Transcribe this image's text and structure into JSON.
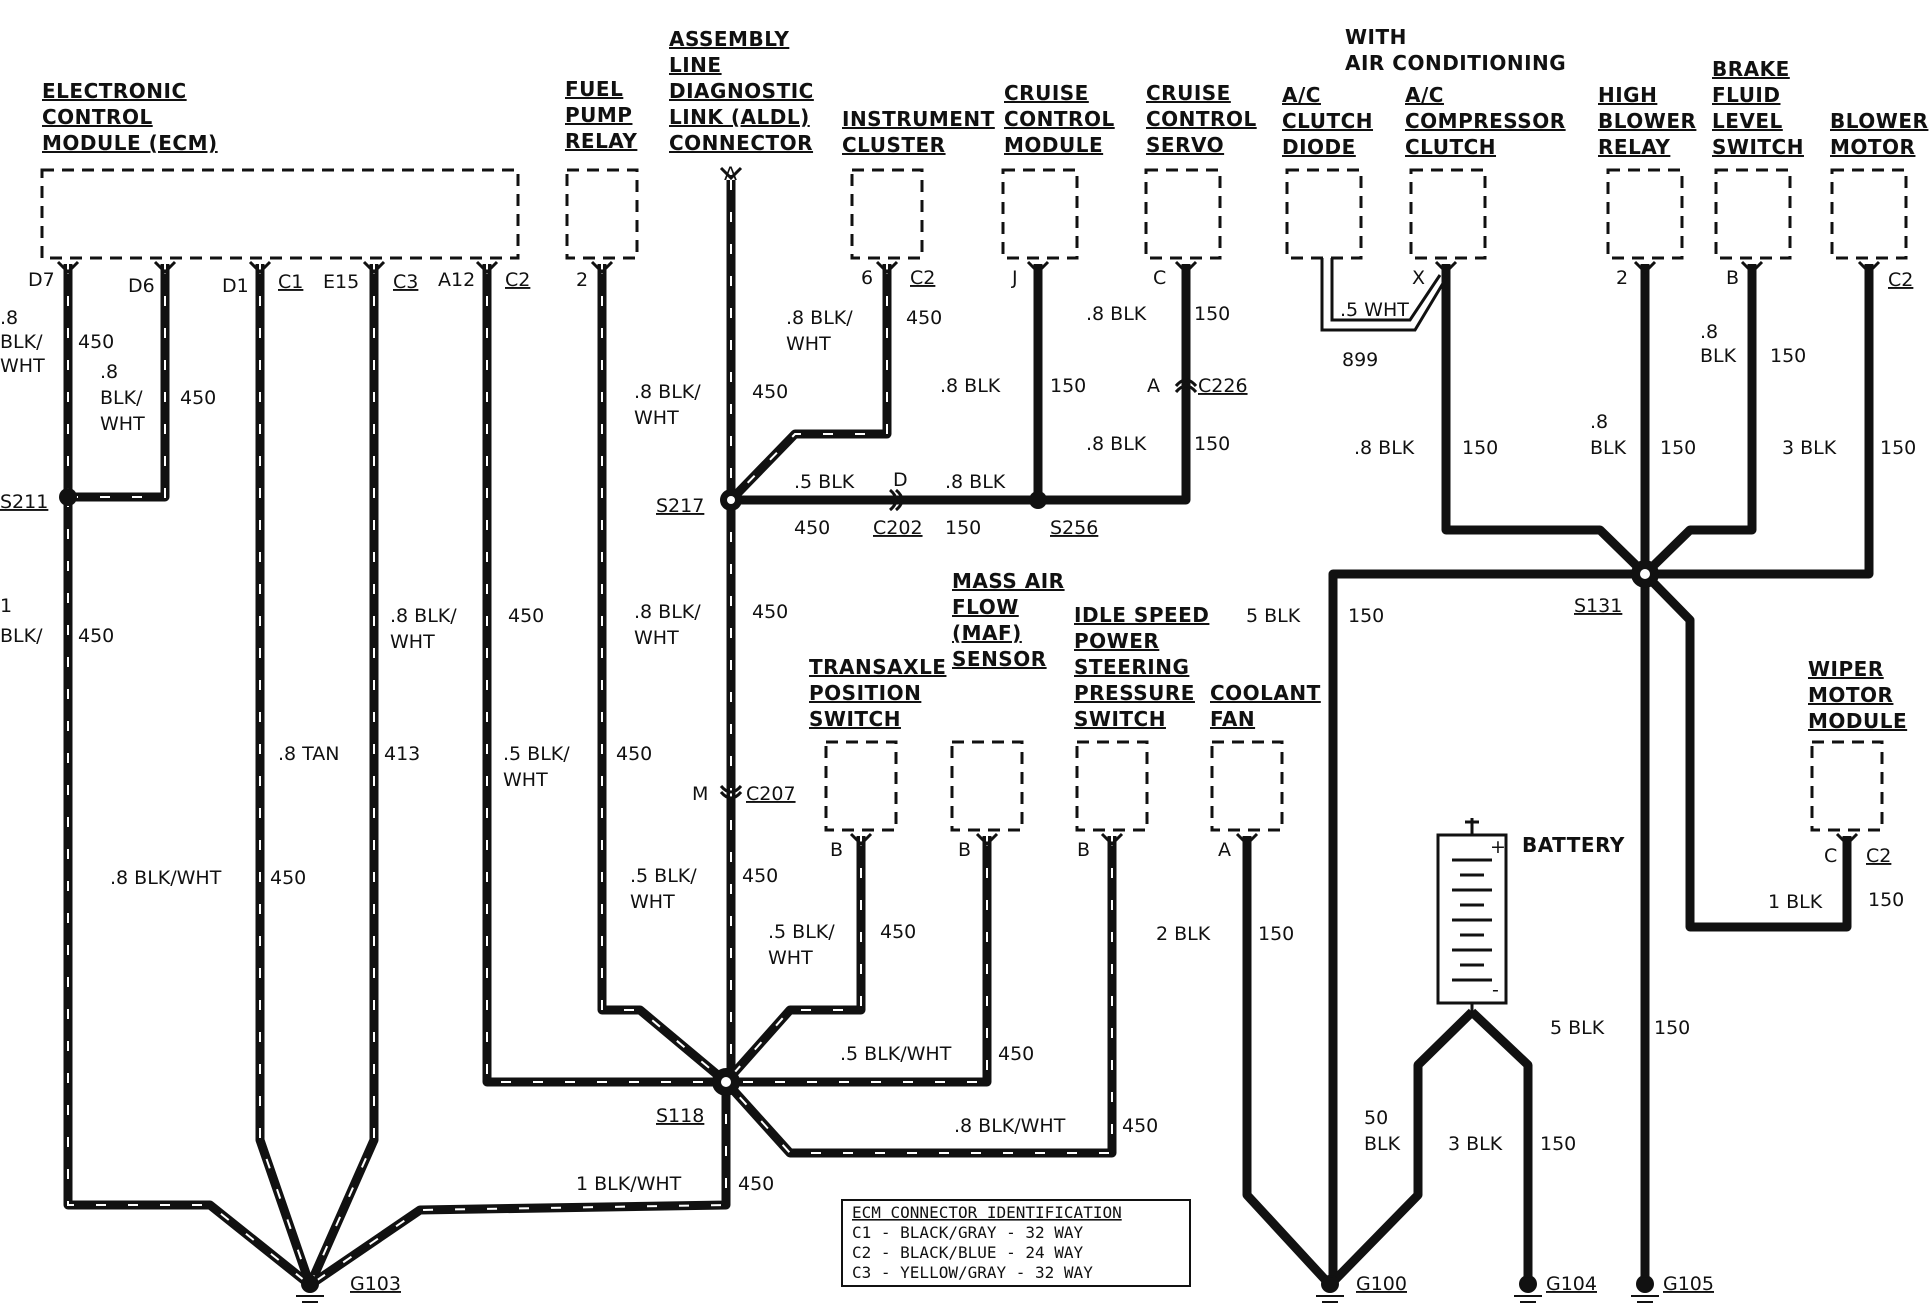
{
  "components": {
    "ecm": [
      "ELECTRONIC",
      "CONTROL",
      "MODULE (ECM)"
    ],
    "fuel_pump_relay": [
      "FUEL",
      "PUMP",
      "RELAY"
    ],
    "aldl": [
      "ASSEMBLY",
      "LINE",
      "DIAGNOSTIC",
      "LINK (ALDL)",
      "CONNECTOR"
    ],
    "instrument_cluster": [
      "INSTRUMENT",
      "CLUSTER"
    ],
    "cruise_module": [
      "CRUISE",
      "CONTROL",
      "MODULE"
    ],
    "cruise_servo": [
      "CRUISE",
      "CONTROL",
      "SERVO"
    ],
    "with_ac": [
      "WITH",
      "AIR CONDITIONING"
    ],
    "ac_diode": [
      "A/C",
      "CLUTCH",
      "DIODE"
    ],
    "ac_clutch": [
      "A/C",
      "COMPRESSOR",
      "CLUTCH"
    ],
    "high_blower": [
      "HIGH",
      "BLOWER",
      "RELAY"
    ],
    "brake_fluid": [
      "BRAKE",
      "FLUID",
      "LEVEL",
      "SWITCH"
    ],
    "blower_motor": [
      "BLOWER",
      "MOTOR"
    ],
    "maf": [
      "MASS AIR",
      "FLOW",
      "(MAF)",
      "SENSOR"
    ],
    "transaxle": [
      "TRANSAXLE",
      "POSITION",
      "SWITCH"
    ],
    "idle_speed": [
      "IDLE SPEED",
      "POWER",
      "STEERING",
      "PRESSURE",
      "SWITCH"
    ],
    "coolant_fan": [
      "COOLANT",
      "FAN"
    ],
    "wiper": [
      "WIPER",
      "MOTOR",
      "MODULE"
    ],
    "battery": "BATTERY"
  },
  "pins": {
    "d7": "D7",
    "d6": "D6",
    "d1": "D1",
    "c1": "C1",
    "e15": "E15",
    "c3": "C3",
    "a12": "A12",
    "c2": "C2",
    "two": "2",
    "a": "A",
    "six": "6",
    "j": "J",
    "c": "C",
    "x": "X",
    "b": "B",
    "m": "M",
    "d": "D",
    "plus": "+",
    "minus": "-"
  },
  "splices": {
    "s211": "S211",
    "s217": "S217",
    "s256": "S256",
    "s131": "S131",
    "s118": "S118",
    "c226": "C226",
    "c202": "C202",
    "c207": "C207"
  },
  "grounds": {
    "g103": "G103",
    "g100": "G100",
    "g104": "G104",
    "g105": "G105"
  },
  "wires": {
    "blkwht_08_a": ".8",
    "blkwht_08_b": "BLK/",
    "blkwht_08_c": "WHT",
    "blkwht_08_frac": ".8 BLK/",
    "wht": "WHT",
    "blkwht_05_frac": ".5 BLK/",
    "blk1": "1",
    "blk1b": "BLK/",
    "c450": "450",
    "c150": "150",
    "c413": "413",
    "c899": "899",
    "tan": ".8 TAN",
    "blkwht_08_full": ".8 BLK/WHT",
    "blkwht_05_full": ".5 BLK/WHT",
    "blkwht_1_full": "1 BLK/WHT",
    "blk_05": ".5 BLK",
    "blk_08": ".8 BLK",
    "blk_08b": ".8",
    "blk_08c": "BLK",
    "wht_05": ".5 WHT",
    "blk_5": "5 BLK",
    "blk_3": "3 BLK",
    "blk_2": "2 BLK",
    "blk_1": "1 BLK",
    "blk_50a": "50",
    "blk_50b": "BLK"
  },
  "legend": {
    "title": "ECM CONNECTOR IDENTIFICATION",
    "rows": [
      "C1 - BLACK/GRAY - 32 WAY",
      "C2 - BLACK/BLUE - 24 WAY",
      "C3 - YELLOW/GRAY - 32 WAY"
    ]
  }
}
